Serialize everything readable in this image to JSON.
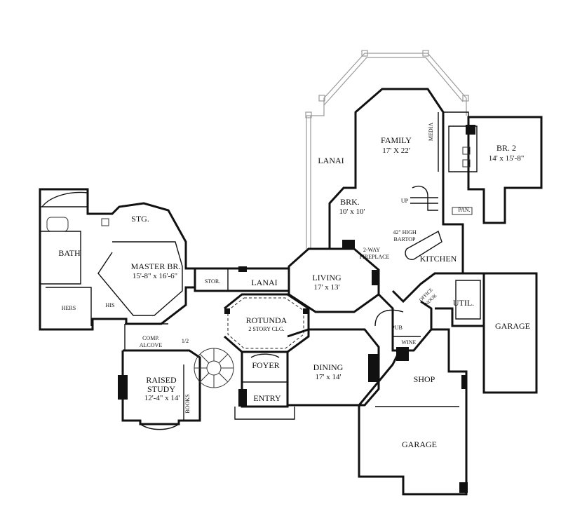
{
  "rooms": {
    "family": {
      "name": "FAMILY",
      "size": "17' X 22'"
    },
    "media": {
      "name": "MEDIA"
    },
    "br2": {
      "name": "BR. 2",
      "size": "14' x 15'-8\""
    },
    "lanai_upper": {
      "name": "LANAI"
    },
    "brk": {
      "name": "BRK.",
      "size": "10' x 10'"
    },
    "up": {
      "name": "UP"
    },
    "pan": {
      "name": "PAN."
    },
    "bartop": {
      "line1": "42\" HIGH",
      "line2": "BARTOP"
    },
    "fireplace": {
      "line1": "2-WAY",
      "line2": "FIREPLACE"
    },
    "kitchen": {
      "name": "KITCHEN"
    },
    "living": {
      "name": "LIVING",
      "size": "17' x 13'"
    },
    "stg": {
      "name": "STG."
    },
    "bath": {
      "name": "BATH"
    },
    "master": {
      "name": "MASTER BR.",
      "size": "15'-8\" x 16'-6\""
    },
    "stor": {
      "name": "STOR."
    },
    "lanai_lower": {
      "name": "LANAI"
    },
    "rotunda": {
      "name": "ROTUNDA",
      "note": "2 STORY CLG."
    },
    "office_nook": {
      "line1": "OFFICE",
      "line2": "NOOK"
    },
    "util": {
      "name": "UTIL."
    },
    "garage_right": {
      "name": "GARAGE"
    },
    "hers": {
      "name": "HERS"
    },
    "his": {
      "name": "HIS"
    },
    "pub": {
      "name": "PUB"
    },
    "half_bath": {
      "name": "1/2"
    },
    "comp_alcove": {
      "line1": "COMP.",
      "line2": "ALCOVE"
    },
    "wine": {
      "name": "WINE"
    },
    "foyer": {
      "name": "FOYER"
    },
    "dining": {
      "name": "DINING",
      "size": "17' x 14'"
    },
    "shop": {
      "name": "SHOP"
    },
    "raised_study": {
      "line1": "RAISED",
      "line2": "STUDY",
      "size": "12'-4\" x 14'"
    },
    "books": {
      "name": "BOOKS"
    },
    "entry": {
      "name": "ENTRY"
    },
    "garage_bottom": {
      "name": "GARAGE"
    }
  },
  "colors": {
    "wall": "#111111",
    "porch": "#9a9a9a",
    "background": "#ffffff"
  }
}
